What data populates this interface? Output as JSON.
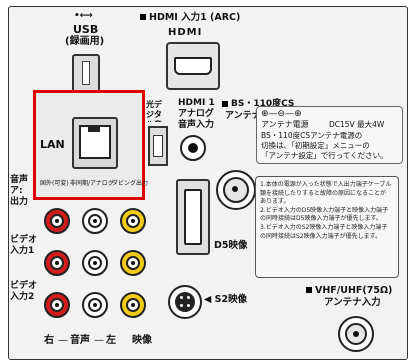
{
  "usb": {
    "symbol": "•⟷",
    "label1": "USB",
    "label2": "(録画用)"
  },
  "hdmi1": {
    "label": "HDMI 入力1 (ARC)",
    "logo": "HDMI"
  },
  "lan": {
    "label": "LAN",
    "sub_left": "国外(可変)",
    "sub_mid": "非同期/アナログ",
    "sub_right": "ダビング出力"
  },
  "optical": {
    "label": "光デジタル音声出力"
  },
  "hdmi_analog": {
    "label1": "HDMI 1",
    "label2": "アナログ",
    "label3": "音声入力"
  },
  "bs": {
    "label1": "BS・110度CS",
    "label2": "アンテナ入力"
  },
  "antenna_power": {
    "symbols": "⊕—⊖—⊕",
    "label": "アンテナ電源",
    "spec": "DC15V 最大4W",
    "text1": "BS・110度CSアンテナ電源の",
    "text2": "切換は、「初期設定」メニューの",
    "text3": "「アンテナ設定」で行ってください。"
  },
  "notes": [
    "1.本体の電源が入った状態で入出力端子ケーブル",
    "類を接続したりすると故障の原因になることが",
    "あります。",
    "2.ビデオ入力のD5映像入力端子と映像入力端子",
    "の同時接続はD5映像入力端子が優先します。",
    "3.ビデオ入力のS2映像入力端子と映像入力端子",
    "の同時接続はS2映像入力端子が優先します。"
  ],
  "audio_out": {
    "label1": "音声",
    "label2": "ア:",
    "label3": "出力"
  },
  "video1": {
    "label1": "ビデオ",
    "label2": "入力1"
  },
  "video2": {
    "label1": "ビデオ",
    "label2": "入力2"
  },
  "d5": {
    "label": "D5映像"
  },
  "s2": {
    "label": "◀ S2映像"
  },
  "vhf": {
    "label1": "VHF/UHF(75Ω)",
    "label2": "アンテナ入力"
  },
  "bottom": {
    "right": "右",
    "audio": "音声",
    "left": "左",
    "video": "映像"
  },
  "colors": {
    "red": "#d31d1d",
    "white": "#ffffff",
    "yellow": "#f2cc18",
    "highlight": "#e00000"
  }
}
